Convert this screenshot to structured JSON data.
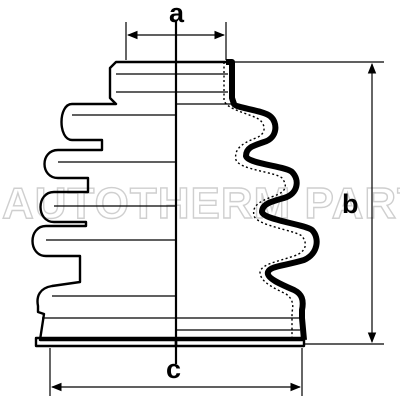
{
  "diagram": {
    "dimension_labels": {
      "a": "a",
      "b": "b",
      "c": "c"
    },
    "watermark": "AUTOTHERM PARTS",
    "colors": {
      "line": "#000000",
      "background": "#ffffff",
      "watermark": "#cfcfcf"
    }
  }
}
